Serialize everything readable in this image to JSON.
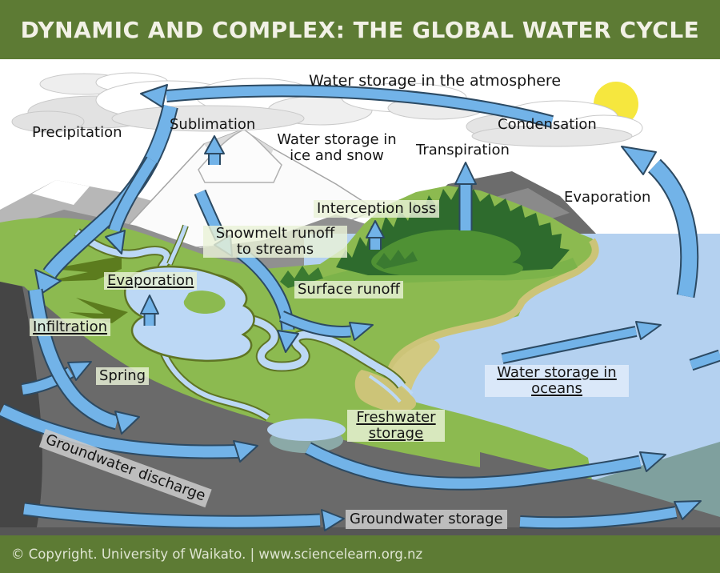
{
  "header": {
    "title": "DYNAMIC AND COMPLEX: THE GLOBAL WATER CYCLE",
    "background_color": "#5d7b34",
    "text_color": "#f2f1e6"
  },
  "footer": {
    "copyright": "© Copyright. University of Waikato. | www.sciencelearn.org.nz"
  },
  "diagram": {
    "labels": {
      "atmosphere": {
        "text": "Water storage in the atmosphere"
      },
      "precipitation": {
        "text": "Precipitation"
      },
      "sublimation": {
        "text": "Sublimation"
      },
      "ice_snow": {
        "line1": "Water storage in",
        "line2": "ice and snow"
      },
      "condensation": {
        "text": "Condensation"
      },
      "transpiration": {
        "text": "Transpiration"
      },
      "evaporation_right": {
        "text": "Evaporation"
      },
      "interception_loss": {
        "text": "Interception loss"
      },
      "snowmelt": {
        "line1": "Snowmelt runoff",
        "line2": "to streams"
      },
      "evaporation_left": {
        "text": "Evaporation"
      },
      "surface_runoff": {
        "text": "Surface runoff"
      },
      "infiltration": {
        "text": "Infiltration"
      },
      "spring": {
        "text": "Spring"
      },
      "oceans": {
        "line1": "Water storage in",
        "line2": "oceans"
      },
      "freshwater": {
        "line1": "Freshwater",
        "line2": "storage"
      },
      "groundwater_discharge": {
        "text": "Groundwater discharge"
      },
      "groundwater_storage": {
        "text": "Groundwater storage"
      }
    },
    "colors": {
      "arrow_fill": "#72b3e8",
      "arrow_outline": "#2c4a63",
      "land_green": "#8cba50",
      "forest_green": "#2e6b2d",
      "ocean_blue": "#b4d1f0",
      "deep_ocean_teal": "#7fa09e",
      "underground_gray": "#6a6a6a",
      "sand_tan": "#ccc478",
      "sun_yellow": "#f6e73e",
      "banner_green": "#5d7b34"
    }
  }
}
